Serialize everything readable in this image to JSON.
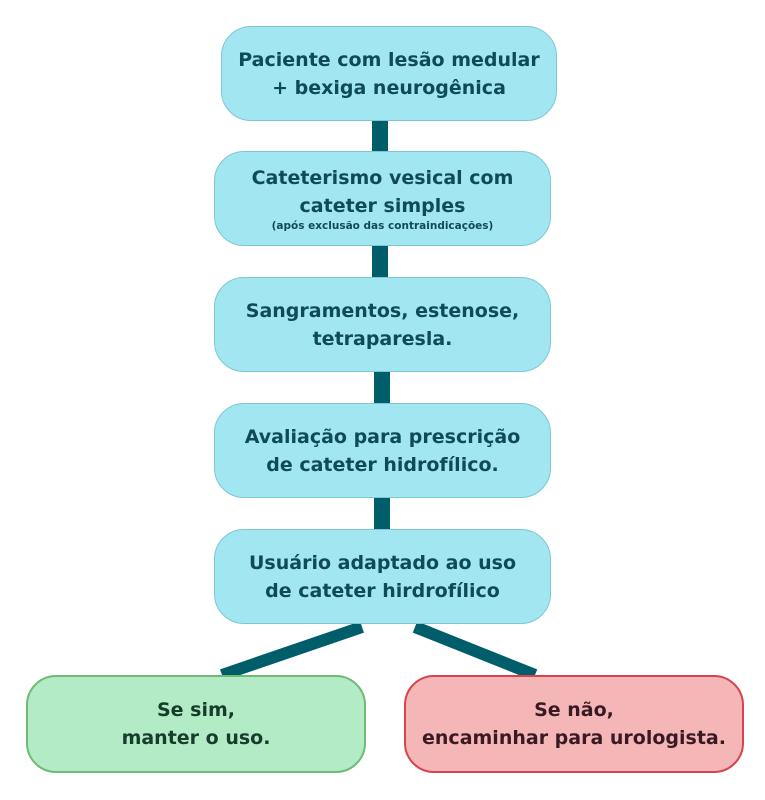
{
  "nodes": {
    "paciente": {
      "lines": [
        "Paciente com lesão medular",
        "+ bexiga neurogênica"
      ]
    },
    "cateterismo": {
      "lines": [
        "Cateterismo vesical com",
        "cateter simples"
      ],
      "note": "(após exclusão das contraindicações)"
    },
    "sangramentos": {
      "lines": [
        "Sangramentos, estenose,",
        "tetraparesla."
      ]
    },
    "avaliacao": {
      "lines": [
        "Avaliação para prescrição",
        "de cateter hidrofílico."
      ]
    },
    "usuario": {
      "lines": [
        "Usuário adaptado ao uso",
        "de cateter hirdrofílico"
      ]
    },
    "sim": {
      "lines": [
        "Se sim,",
        "manter o uso."
      ]
    },
    "nao": {
      "lines": [
        "Se não,",
        "encaminhar para urologista."
      ]
    }
  },
  "colors": {
    "connector": "#005e6b",
    "blue_fill": "#a2e6f1",
    "green_fill": "#b2ebc6",
    "green_border": "#6cbd73",
    "red_fill": "#f5b6b8",
    "red_border": "#d9434d",
    "text": "#0f4a58"
  }
}
